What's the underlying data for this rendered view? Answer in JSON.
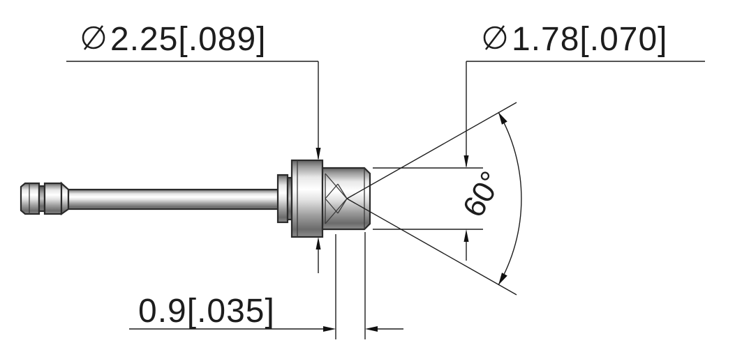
{
  "labels": {
    "head_diameter": "2.25[.089]",
    "tip_diameter": "1.78[.070]",
    "cone_angle": "60°",
    "tooth_depth": "0.9[.035]"
  },
  "symbols": {
    "diameter": "∅"
  },
  "colors": {
    "background": "#ffffff",
    "line": "#1d1d1d",
    "metal_highlight": "#ffffff",
    "metal_shadow": "#5f5f5f"
  }
}
